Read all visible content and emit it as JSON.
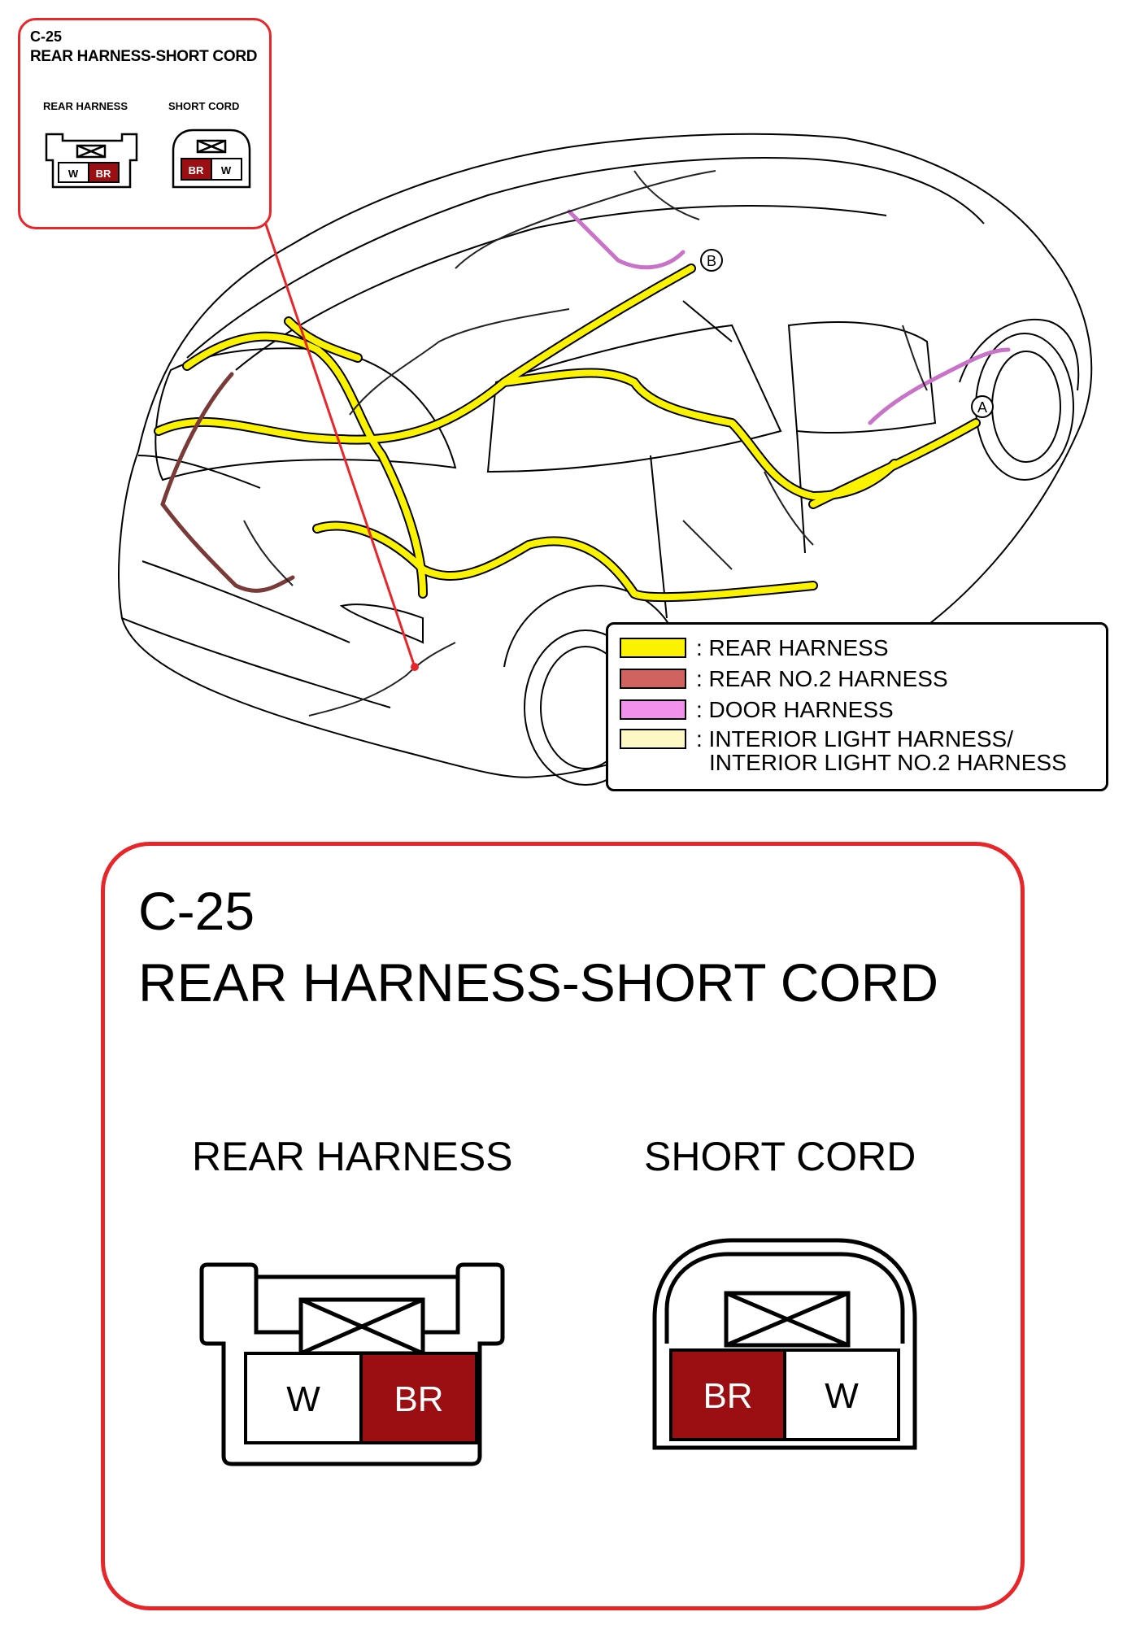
{
  "connector": {
    "code": "C-25",
    "title": "REAR HARNESS-SHORT CORD",
    "left_label": "REAR HARNESS",
    "right_label": "SHORT CORD",
    "left_pins": [
      "W",
      "BR"
    ],
    "right_pins": [
      "BR",
      "W"
    ],
    "pin_colors": {
      "W": "#ffffff",
      "BR": "#9b0f12"
    }
  },
  "markers": {
    "a": "A",
    "b": "B"
  },
  "legend": {
    "items": [
      {
        "label": ": REAR HARNESS",
        "color": "#fbf200"
      },
      {
        "label": ": REAR NO.2 HARNESS",
        "color": "#d0635f"
      },
      {
        "label": ": DOOR HARNESS",
        "color": "#f092ec"
      },
      {
        "label": ": INTERIOR LIGHT HARNESS/",
        "color": "#fdf8c4"
      }
    ],
    "continuation": "INTERIOR LIGHT NO.2 HARNESS"
  },
  "colors": {
    "callout_border": "#e8262a",
    "rear_harness": "#fbf200",
    "rear_no2": "#9b4a46",
    "door": "#c872c8"
  }
}
